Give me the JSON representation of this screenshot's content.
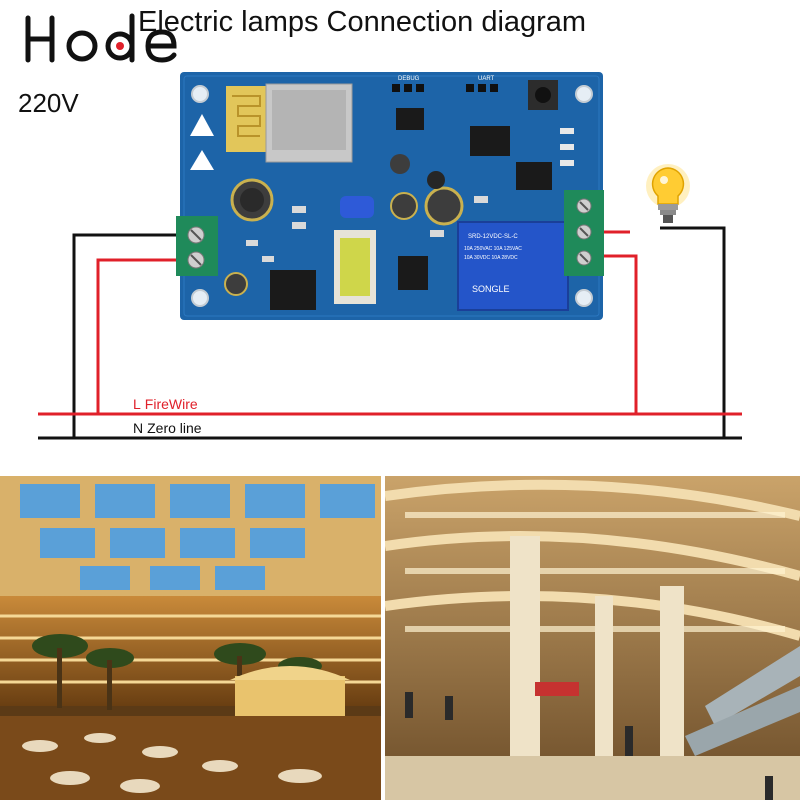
{
  "brand": {
    "logo_text": "Hode"
  },
  "title": "Electric lamps Connection diagram",
  "voltage": "220V",
  "wires": {
    "live": {
      "code": "L",
      "label": "FireWire",
      "color": "#e0202a"
    },
    "neutral": {
      "code": "N",
      "label": "Zero line",
      "color": "#111111"
    }
  },
  "pcb": {
    "header_debug": "DEBUG",
    "header_uart": "UART",
    "relay_model": "SRD-12VDC-SL-C",
    "relay_brand": "SONGLE",
    "relay_rating_1": "10A 250VAC 10A 125VAC",
    "relay_rating_2": "10A 30VDC 10A 28VDC"
  },
  "lamp": {
    "icon": "light-bulb-icon"
  }
}
